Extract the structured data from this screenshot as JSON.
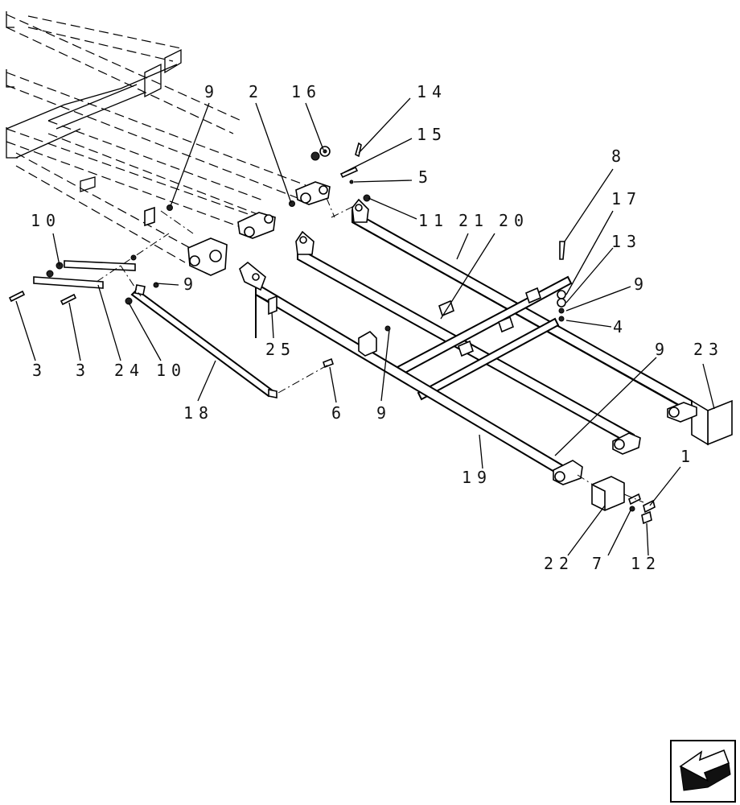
{
  "diagram": {
    "callouts": [
      {
        "id": "c9a",
        "text": "9"
      },
      {
        "id": "c2",
        "text": "2"
      },
      {
        "id": "c16",
        "text": "16"
      },
      {
        "id": "c14",
        "text": "14"
      },
      {
        "id": "c15",
        "text": "15"
      },
      {
        "id": "c5",
        "text": "5"
      },
      {
        "id": "c11",
        "text": "11"
      },
      {
        "id": "c21",
        "text": "21"
      },
      {
        "id": "c20",
        "text": "20"
      },
      {
        "id": "c8",
        "text": "8"
      },
      {
        "id": "c17",
        "text": "17"
      },
      {
        "id": "c13",
        "text": "13"
      },
      {
        "id": "c9b",
        "text": "9"
      },
      {
        "id": "c4",
        "text": "4"
      },
      {
        "id": "c10a",
        "text": "10"
      },
      {
        "id": "c9c",
        "text": "9"
      },
      {
        "id": "c25",
        "text": "25"
      },
      {
        "id": "c3a",
        "text": "3"
      },
      {
        "id": "c3b",
        "text": "3"
      },
      {
        "id": "c24",
        "text": "24"
      },
      {
        "id": "c10b",
        "text": "10"
      },
      {
        "id": "c18",
        "text": "18"
      },
      {
        "id": "c6",
        "text": "6"
      },
      {
        "id": "c9d",
        "text": "9"
      },
      {
        "id": "c9e",
        "text": "9"
      },
      {
        "id": "c23",
        "text": "23"
      },
      {
        "id": "c19",
        "text": "19"
      },
      {
        "id": "c1",
        "text": "1"
      },
      {
        "id": "c22",
        "text": "22"
      },
      {
        "id": "c7",
        "text": "7"
      },
      {
        "id": "c12",
        "text": "12"
      }
    ]
  },
  "icons": {
    "nav_arrow": "back-arrow-icon"
  }
}
